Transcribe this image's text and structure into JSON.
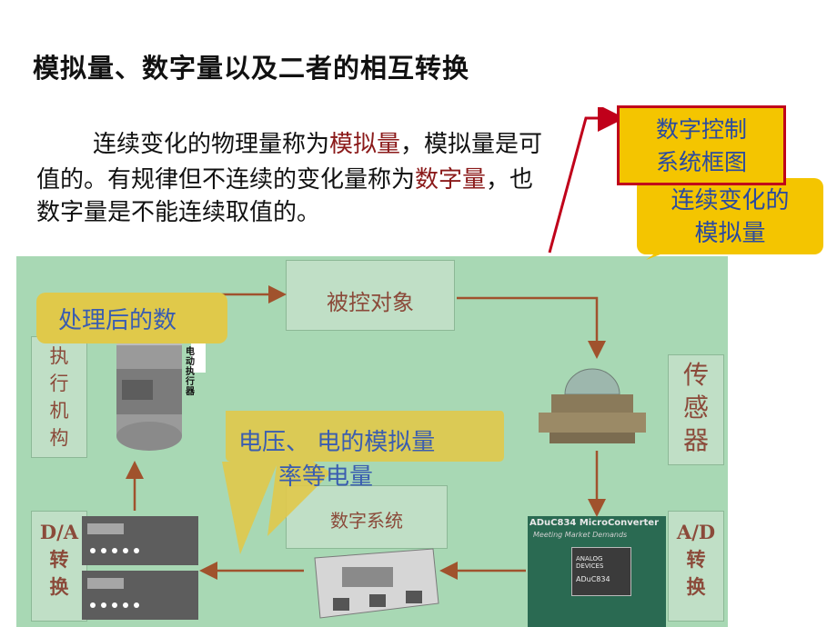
{
  "title": "模拟量、数字量以及二者的相互转换",
  "paragraph": {
    "line1_pre": "连续变化的物理量称为",
    "line1_hl": "模拟量",
    "line1_post": "，模拟量是可",
    "line2_pre": "值的。有规律但不连续的变化量称为",
    "line2_hl": "数字量",
    "line2_post": "，也",
    "line3": "数字量是不能连续取值的。"
  },
  "callouts": {
    "diagram_title": "数字控制\n系统框图",
    "analog_bubble": "连续变化的\n模拟量",
    "processed_bubble": "处理后的数",
    "voltage_bubble_line1": "电压、 电的模拟量",
    "voltage_bubble_line2": "率等电量"
  },
  "blocks": {
    "controlled_object": "被控对象",
    "digital_system": "数字系统",
    "actuator": "执\n行\n机\n构",
    "sensor": "传\n感\n器",
    "da_converter": "D/A\n转\n换",
    "ad_converter": "A/D\n转\n换"
  },
  "device_labels": {
    "actuator_device": "电动执行器",
    "adc_board_title": "ADuC834 MicroConverter",
    "adc_board_subtitle": "Meeting Market Demands",
    "adc_chip_brand": "ANALOG DEVICES",
    "adc_chip_model": "ADuC834"
  },
  "colors": {
    "highlight_red": "#8b1a1a",
    "diagram_bg": "#a8d8b4",
    "arrow": "#a0522d",
    "callout_yellow": "#e0c94a",
    "callout_blue_text": "#3a5db0",
    "title_box_bg": "#f4c500",
    "title_box_border": "#c0001a"
  }
}
